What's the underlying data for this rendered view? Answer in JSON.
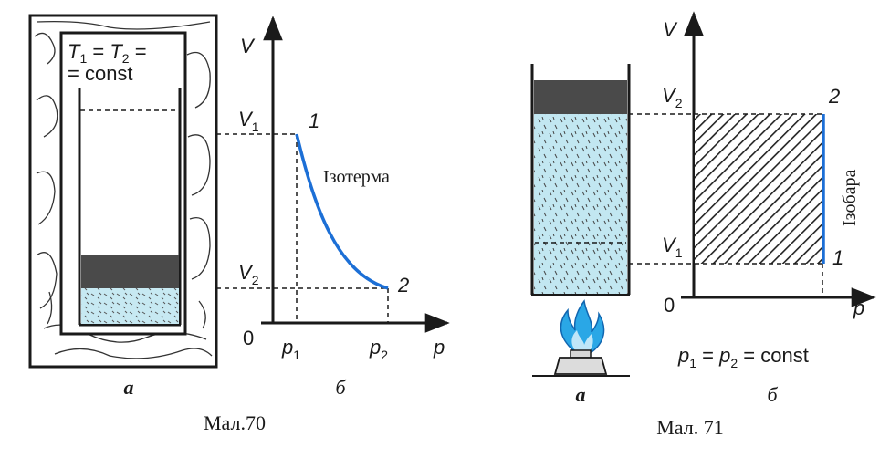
{
  "fig70": {
    "caption": "Мал.70",
    "panel_a": "а",
    "panel_b": "б",
    "cond_line1_T1": "T",
    "cond_line1_s1": "1",
    "cond_line1_eq": " = ",
    "cond_line1_T2": "T",
    "cond_line1_s2": "2",
    "cond_line1_end": " =",
    "cond_line2": "= const",
    "axis_v": "V",
    "axis_p": "p",
    "origin": "0",
    "v1": "V",
    "v1_sub": "1",
    "v2": "V",
    "v2_sub": "2",
    "p1": "p",
    "p1_sub": "1",
    "p2": "p",
    "p2_sub": "2",
    "pt1": "1",
    "pt2": "2",
    "curve_label": "Ізотерма"
  },
  "fig71": {
    "caption": "Мал. 71",
    "panel_a": "а",
    "panel_b": "б",
    "axis_v": "V",
    "axis_p": "p",
    "origin": "0",
    "v1": "V",
    "v1_sub": "1",
    "v2": "V",
    "v2_sub": "2",
    "pt1": "1",
    "pt2": "2",
    "line_label": "Ізобара",
    "cond_p1": "p",
    "cond_s1": "1",
    "cond_mid": " = ",
    "cond_p2": "p",
    "cond_s2": "2",
    "cond_end": " = const"
  },
  "colors": {
    "curve": "#1c6fd6",
    "gas": "#bde6f0",
    "piston": "#4a4a4a",
    "flame": "#2aa7e6"
  }
}
